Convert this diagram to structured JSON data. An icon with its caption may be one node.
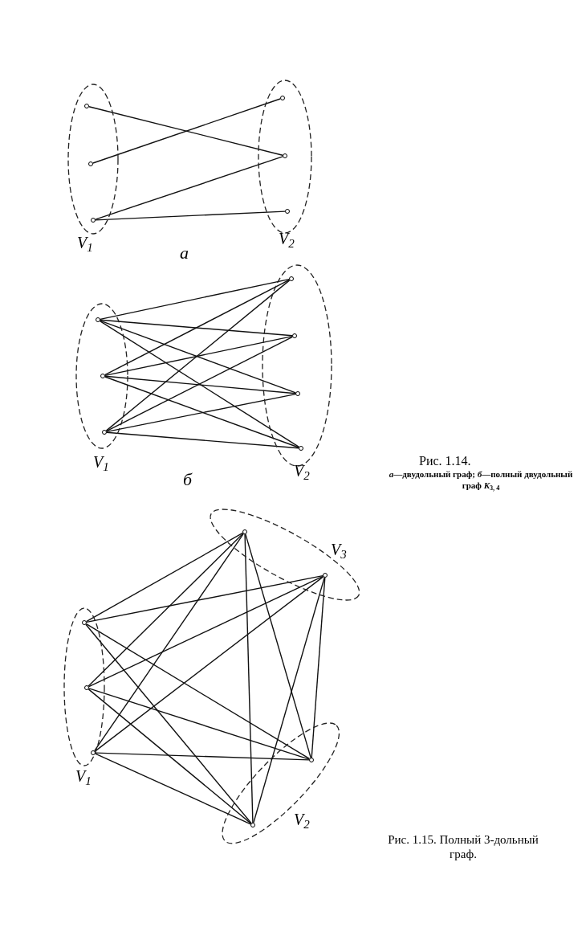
{
  "diagram": {
    "nodes": [
      {
        "text": [
          "V$_{1}$"
        ]
      },
      {
        "text": [],
        "shape": "circle",
        "in": 0
      },
      {
        "text": [],
        "shape": "circle",
        "in": 0
      },
      {
        "text": [],
        "shape": "circle",
        "in": 0
      },
      {
        "text": [
          "V$_{2}$"
        ]
      },
      {
        "text": [],
        "shape": "circle",
        "in": 4
      },
      {
        "text": [],
        "shape": "circle",
        "in": 4
      },
      {
        "text": [],
        "shape": "circle",
        "in": 4
      },
      {
        "text": [
          "V$_{1}$"
        ]
      },
      {
        "text": [],
        "shape": "circle",
        "in": 8
      },
      {
        "text": [],
        "shape": "circle",
        "in": 8
      },
      {
        "text": [],
        "shape": "circle",
        "in": 8
      },
      {
        "text": [
          "V$_{2}$"
        ]
      },
      {
        "text": [],
        "shape": "circle",
        "in": 12
      },
      {
        "text": [],
        "shape": "circle",
        "in": 12
      },
      {
        "text": [],
        "shape": "circle",
        "in": 12
      },
      {
        "text": [],
        "shape": "circle",
        "in": 12
      },
      {
        "text": [
          "V$_{1}$"
        ]
      },
      {
        "text": [],
        "shape": "circle",
        "in": 17
      },
      {
        "text": [],
        "shape": "circle",
        "in": 17
      },
      {
        "text": [],
        "shape": "circle",
        "in": 17
      },
      {
        "text": [
          "V$_{2}$"
        ]
      },
      {
        "text": [],
        "shape": "circle",
        "in": 21
      },
      {
        "text": [],
        "shape": "circle",
        "in": 21
      },
      {
        "text": [
          "V$_{3}$"
        ]
      },
      {
        "text": [],
        "shape": "circle",
        "in": 24
      },
      {
        "text": [],
        "shape": "circle",
        "in": 24
      }
    ],
    "edges": [
      {
        "from": 1,
        "to": 6,
        "arrow": "none"
      },
      {
        "from": 2,
        "to": 5,
        "arrow": "none"
      },
      {
        "from": 3,
        "to": 6,
        "arrow": "none"
      },
      {
        "from": 3,
        "to": 7,
        "arrow": "none"
      },
      {
        "from": 9,
        "to": 13,
        "arrow": "none"
      },
      {
        "from": 9,
        "to": 14,
        "arrow": "none"
      },
      {
        "from": 9,
        "to": 15,
        "arrow": "none"
      },
      {
        "from": 9,
        "to": 16,
        "arrow": "none"
      },
      {
        "from": 10,
        "to": 13,
        "arrow": "none"
      },
      {
        "from": 10,
        "to": 14,
        "arrow": "none"
      },
      {
        "from": 10,
        "to": 15,
        "arrow": "none"
      },
      {
        "from": 10,
        "to": 16,
        "arrow": "none"
      },
      {
        "from": 11,
        "to": 13,
        "arrow": "none"
      },
      {
        "from": 11,
        "to": 14,
        "arrow": "none"
      },
      {
        "from": 11,
        "to": 15,
        "arrow": "none"
      },
      {
        "from": 11,
        "to": 16,
        "arrow": "none"
      },
      {
        "from": 18,
        "to": 22,
        "arrow": "none"
      },
      {
        "from": 18,
        "to": 23,
        "arrow": "none"
      },
      {
        "from": 19,
        "to": 22,
        "arrow": "none"
      },
      {
        "from": 19,
        "to": 23,
        "arrow": "none"
      },
      {
        "from": 20,
        "to": 22,
        "arrow": "none"
      },
      {
        "from": 20,
        "to": 23,
        "arrow": "none"
      },
      {
        "from": 18,
        "to": 25,
        "arrow": "none"
      },
      {
        "from": 18,
        "to": 26,
        "arrow": "none"
      },
      {
        "from": 19,
        "to": 25,
        "arrow": "none"
      },
      {
        "from": 19,
        "to": 26,
        "arrow": "none"
      },
      {
        "from": 20,
        "to": 25,
        "arrow": "none"
      },
      {
        "from": 20,
        "to": 26,
        "arrow": "none"
      },
      {
        "from": 22,
        "to": 25,
        "arrow": "none"
      },
      {
        "from": 22,
        "to": 26,
        "arrow": "none"
      },
      {
        "from": 23,
        "to": 25,
        "arrow": "none"
      },
      {
        "from": 23,
        "to": 26,
        "arrow": "none"
      }
    ],
    "labels": [
      "а",
      "б",
      "Рис. 1.14.",
      "*а*—двудольный граф; *б*—полный двудольный граф *K*$_{3, 4}$",
      "Рис. 1.15. Полный 3-дольный граф."
    ]
  }
}
